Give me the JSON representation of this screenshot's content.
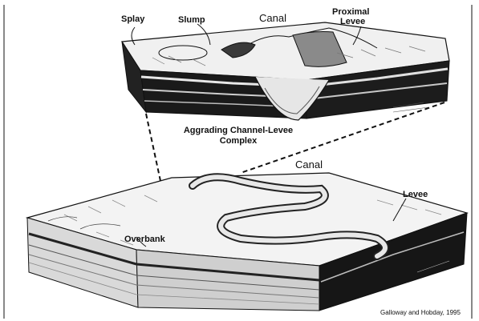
{
  "labels": {
    "splay": "Splay",
    "slump": "Slump",
    "canal_top": "Canal",
    "proximal_line1": "Proximal",
    "proximal_line2": "Levee",
    "title_line1": "Aggrading Channel-Levee",
    "title_line2": "Complex",
    "canal_bottom": "Canal",
    "levee": "Levee",
    "overbank": "Overbank"
  },
  "credit": "Galloway and Hobday, 1995",
  "colors": {
    "background": "#ffffff",
    "ink": "#111111",
    "strata_dark": "#161616",
    "surface": "#f2f2f2"
  }
}
